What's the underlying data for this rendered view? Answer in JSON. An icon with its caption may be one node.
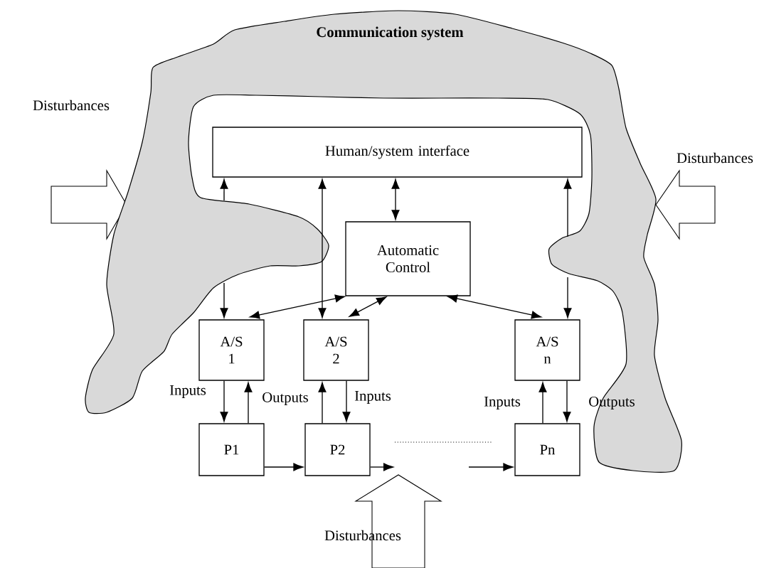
{
  "diagram": {
    "nodes": [
      {
        "text": [
          "Communication system"
        ]
      },
      {
        "text": [
          "Human/system interface"
        ]
      },
      {
        "text": [
          "Automatic Control"
        ]
      },
      {
        "text": [
          "A/S 1"
        ]
      },
      {
        "text": [
          "A/S 2"
        ]
      },
      {
        "text": [
          "A/S n"
        ]
      },
      {
        "text": [
          "P1"
        ]
      },
      {
        "text": [
          "P2"
        ]
      },
      {
        "text": [
          "Pn"
        ]
      }
    ],
    "edges": [
      {
        "from": 0,
        "to": 1,
        "arrow": "to"
      },
      {
        "from": 0,
        "to": 3,
        "arrow": "to"
      },
      {
        "from": 1,
        "to": 4,
        "arrow": "both"
      },
      {
        "from": 1,
        "to": 2,
        "arrow": "both"
      },
      {
        "from": 0,
        "to": 1,
        "arrow": "to"
      },
      {
        "from": 0,
        "to": 5,
        "arrow": "to"
      },
      {
        "from": 2,
        "to": 3,
        "arrow": "both"
      },
      {
        "from": 2,
        "to": 4,
        "arrow": "both"
      },
      {
        "from": 2,
        "to": 5,
        "arrow": "both"
      },
      {
        "from": 3,
        "to": 6,
        "arrow": "to",
        "label": "Inputs"
      },
      {
        "from": 6,
        "to": 3,
        "arrow": "to",
        "label": "Outputs"
      },
      {
        "from": 7,
        "to": 4,
        "arrow": "to"
      },
      {
        "from": 4,
        "to": 7,
        "arrow": "to",
        "label": "Inputs"
      },
      {
        "from": 8,
        "to": 5,
        "arrow": "to",
        "label": "Inputs"
      },
      {
        "from": 5,
        "to": 8,
        "arrow": "to",
        "label": "Outputs"
      },
      {
        "from": 6,
        "to": 7,
        "arrow": "to"
      },
      {
        "from": 7,
        "to": null,
        "arrow": "to"
      },
      {
        "from": null,
        "to": 8,
        "arrow": "to"
      }
    ],
    "labels": [
      "Disturbances",
      "Disturbances",
      "Disturbances"
    ]
  }
}
